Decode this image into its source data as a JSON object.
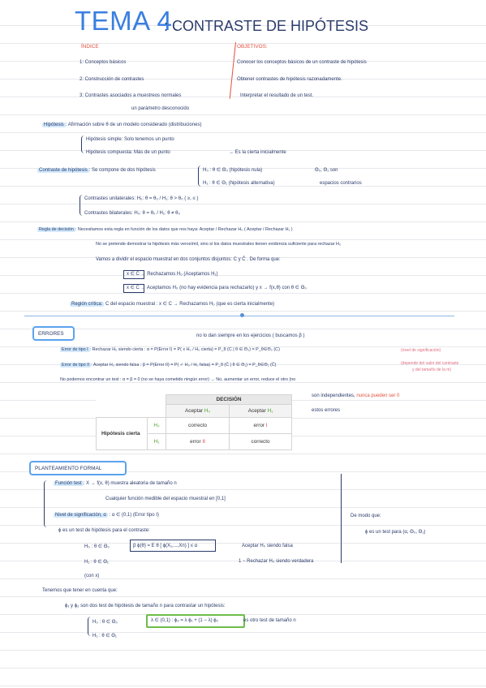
{
  "header": {
    "tema": "TEMA 4",
    "colon": ":",
    "subtitle": "CONTRASTE DE HIPÓTESIS"
  },
  "indice": {
    "heading": "ÍNDICE",
    "items": [
      "1: Conceptos básicos",
      "2: Construcción de contrastes",
      "3: Contrastes asociados a muestreos normales"
    ]
  },
  "objetivos": {
    "heading": "OBJETIVOS:",
    "items": [
      "Conocer los conceptos básicos de un contraste de hipótesis",
      "Obtener contrastes de hipótesis razonadamente.",
      "Interpretar el resultado de un test."
    ]
  },
  "hipotesis": {
    "note": "un parámetro desconocido",
    "label": "Hipótesis",
    "text": ": Afirmación sobre  θ  de un modelo considerado (distribuciones)",
    "simple": "Hipótesis simple: Solo tenemos un punto",
    "compuesta": "Hipótesis compuesta: Más de un punto",
    "compuesta_note": "→ Es la cierta inicialmente"
  },
  "contraste": {
    "label": "Contraste de hipótesis",
    "text": ": Se compone de dos hipótesis",
    "h0": "H₀ : θ ∈ Θ₀  (hipótesis nula)",
    "h1": "H₁ : θ ∈ Θ₁  (hipótesis alternativa)",
    "note1": "Θ₀, Θ₁ son",
    "note2": "espacios contrarios",
    "unilateral": "Contrastes unilaterales:  H₀: θ = θ₀ / H₁: θ > θ₀  ( ≥, ≤ )",
    "bilateral": "Contrastes bilaterales:  H₀: θ = θ₀ / H₁: θ ≠ θ₀"
  },
  "regla": {
    "label": "Regla de decisión",
    "line1": ": Necesitamos esta regla en función de los datos que nos haya:  Aceptar / Rechazar H₀  ( Aceptar / Rechazar H₁ )",
    "line2": "No se pretende demostrar la hipótesis más verosímil, sino si los datos muestrales tienen evidencia suficiente para rechazar H₀",
    "line3": "Vamos a dividir el espacio muestral en dos conjuntos disjuntos:  C  y  C̄ . De forma que:",
    "case1": "x ∈ C  →  Rechazamos H₀ (Aceptamos H₁)",
    "case2": "x ∈ C̄  →  Aceptamos H₀ (no hay evidencia para rechazarlo)  y  x → f(x,θ) con θ ∈ Θ₀",
    "region_label": "Región crítica:",
    "region_text": " C del espacio muestral : x ∈ C  →  Rechazamos H₀ (que es cierta inicialmente)"
  },
  "errores": {
    "box": "ERRORES",
    "note": "no lo dan siempre en los ejercicios ( buscamos β )",
    "tipo1_label": "Error de tipo I",
    "tipo1_text": ": Rechazar H₀ siendo cierta :  α = P(Error I) = P( x H₀ / H₀ cierta) = P_θ (C | θ ∈ Θ₀) = P_θ∈Θ₀ (C)",
    "tipo1_note": "(nivel de significación)",
    "tipo2_label": "Error de tipo II",
    "tipo2_text": ": Aceptar H₀ siendo falsa :  β = P(Error II) = P( ✓ H₀ / H₀ falsa) = P_θ (C̄ | θ ∈ Θ₁) = P_θ∈Θ₁ (C̄)",
    "tipo2_note1": "(depende del valor del contraste",
    "tipo2_note2": "y del tamaño de la m)",
    "line3": "No podemos encontrar un test : α = β = 0  (no se haya cometido ningún error)  →  No, aumentar un error, reduce el otro (no",
    "line4a": "son independientes, ",
    "line4b": "nunca pueden ser 0",
    "line5": "estos errores"
  },
  "decision_table": {
    "header": "DECISIÓN",
    "col1": "Aceptar ",
    "col1_sym": "H₀",
    "col2": "Aceptar ",
    "col2_sym": "H₁",
    "row_head": "Hipótesis cierta",
    "row1_sym": "H₀",
    "row1_c1": "correcto",
    "row1_c2": "error ",
    "row1_c2_type": "I",
    "row2_sym": "H₁",
    "row2_c1": "error ",
    "row2_c1_type": "II",
    "row2_c2": "correcto"
  },
  "planteamiento": {
    "box": "PLANTEAMIENTO FORMAL",
    "funcion_label": "Función test",
    "funcion_text": ":  X → f(x, θ)  muestra aleatoria de tamaño n",
    "funcion_line2": "Cualquier función medible del espacio muestral en [0,1]",
    "nivel_label": "Nivel de significación, α",
    "nivel_text": " :  α ∈ (0,1)   (Error tipo I)",
    "test_line": "ϕ  es un test de hipótesis para el contraste:",
    "h0": "H₀ : θ ∈ Θ₀",
    "beta": "β ϕ(θ) = E θ [ ϕ(X₁,...,Xn) ] ≤ α",
    "h1": "H₁ : θ ∈ Θ₁",
    "aceptar": "Aceptar H₀ siendo falsa",
    "rechazar": "1 − Rechazar H₀ siendo verdadera",
    "con": "(con x)",
    "de_modo": "De modo que:",
    "de_modo2": "ϕ es un test para (α, Θ₀, Θ₁)",
    "tenemos": "Tenemos que tener en cuenta que:",
    "bullet": "ϕ₁ y ϕ₂ son dos test de hipótesis de tamaño n para contrastar un hipótesis:",
    "last_h0": "H₀ : θ ∈ Θ₀",
    "formula": "λ ∈ (0,1) : ϕ₃ = λ ϕ₁ + (1 − λ) ϕ₂",
    "formula_note": " es otro test de tamaño n",
    "last_h1": "H₁ : θ ∈ Θ₁"
  }
}
